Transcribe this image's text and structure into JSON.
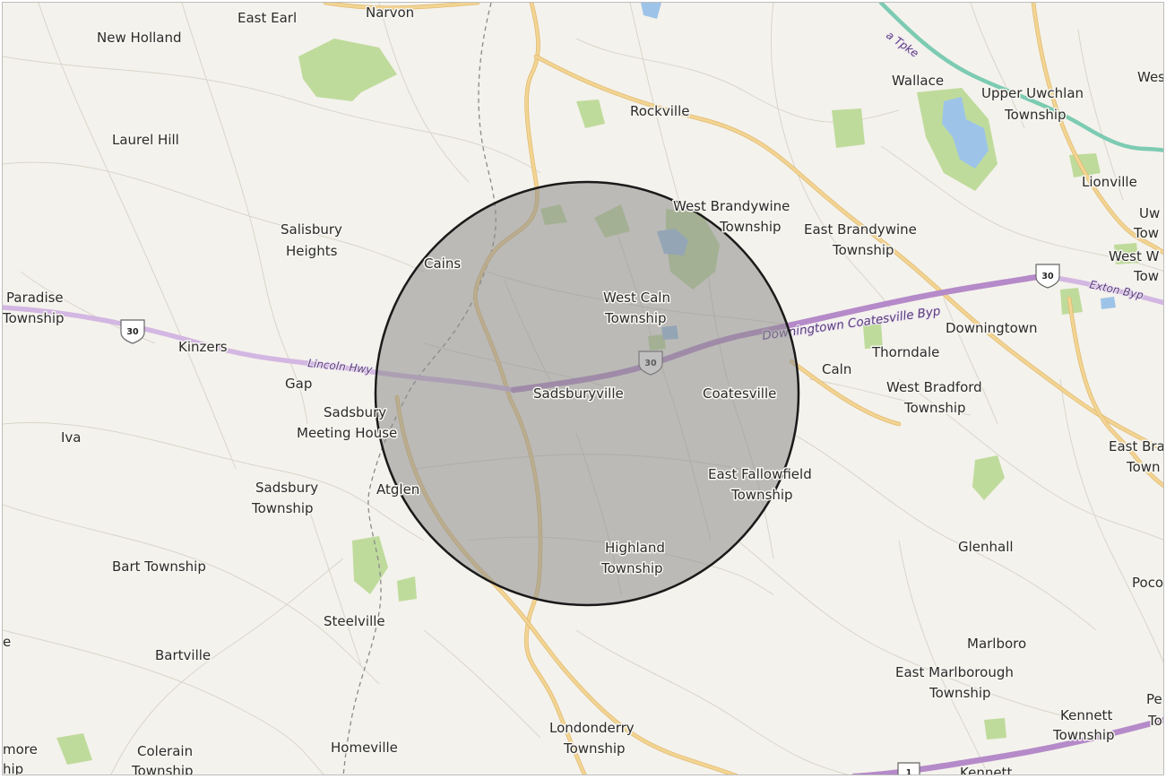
{
  "map": {
    "labels": {
      "new_holland": "New Holland",
      "east_earl": "East Earl",
      "narvon": "Narvon",
      "laurel_hill": "Laurel Hill",
      "rockville": "Rockville",
      "wallace": "Wallace",
      "upper_uwchlan_1": "Upper Uwchlan",
      "upper_uwchlan_2": "Township",
      "wes_edge": "Wes",
      "lionville": "Lionville",
      "uw_edge_1": "Uw",
      "uw_edge_2": "Tow",
      "west_w_edge_1": "West W",
      "west_w_edge_2": "Tow",
      "west_brandywine_1": "West Brandywine",
      "west_brandywine_2": "Township",
      "east_brandywine_1": "East Brandywine",
      "east_brandywine_2": "Township",
      "salisbury_heights_1": "Salisbury",
      "salisbury_heights_2": "Heights",
      "cains": "Cains",
      "paradise_1": "Paradise",
      "paradise_2": "Township",
      "kinzers": "Kinzers",
      "west_caln_1": "West Caln",
      "west_caln_2": "Township",
      "downingtown": "Downingtown",
      "thorndale": "Thorndale",
      "caln": "Caln",
      "gap": "Gap",
      "sadsburyville": "Sadsburyville",
      "coatesville": "Coatesville",
      "west_bradford_1": "West Bradford",
      "west_bradford_2": "Township",
      "sadsbury_meeting_1": "Sadsbury",
      "sadsbury_meeting_2": "Meeting House",
      "iva": "Iva",
      "east_bra_edge_1": "East Bra",
      "east_bra_edge_2": "Town",
      "sadsbury_township_1": "Sadsbury",
      "sadsbury_township_2": "Township",
      "atglen": "Atglen",
      "east_fallowfield_1": "East Fallowfield",
      "east_fallowfield_2": "Township",
      "glenhall": "Glenhall",
      "bart_township": "Bart Township",
      "highland_1": "Highland",
      "highland_2": "Township",
      "poco_edge": "Poco",
      "steelville": "Steelville",
      "e_edge": "e",
      "bartville": "Bartville",
      "marlboro": "Marlboro",
      "east_marlborough_1": "East Marlborough",
      "east_marlborough_2": "Township",
      "pe_edge_1": "Pe",
      "pe_edge_2": "To",
      "kennett_township_1": "Kennett",
      "kennett_township_2": "Township",
      "londonderry_1": "Londonderry",
      "londonderry_2": "Township",
      "more_edge_1": "more",
      "more_edge_2": "hip",
      "colerain_1": "Colerain",
      "colerain_2": "Township",
      "homeville": "Homeville",
      "kennett": "Kennett"
    },
    "roads": {
      "lincoln_hwy": "Lincoln Hwy",
      "downingtown_byp": "Downingtown Coatesville Byp",
      "exton_byp": "Exton Byp",
      "pa_tpke": "a Tpke"
    },
    "shields": {
      "us30_a": "30",
      "us30_b": "30",
      "us30_c": "30",
      "us1": "1"
    },
    "colors": {
      "land": "#f4f2ec",
      "radius_fill": "#8c8c8c",
      "radius_stroke": "#1a1a1a",
      "highway": "#b58ac9",
      "arterial": "#f2d493",
      "park": "#bfdb9c",
      "water": "#9dc4e8"
    }
  }
}
